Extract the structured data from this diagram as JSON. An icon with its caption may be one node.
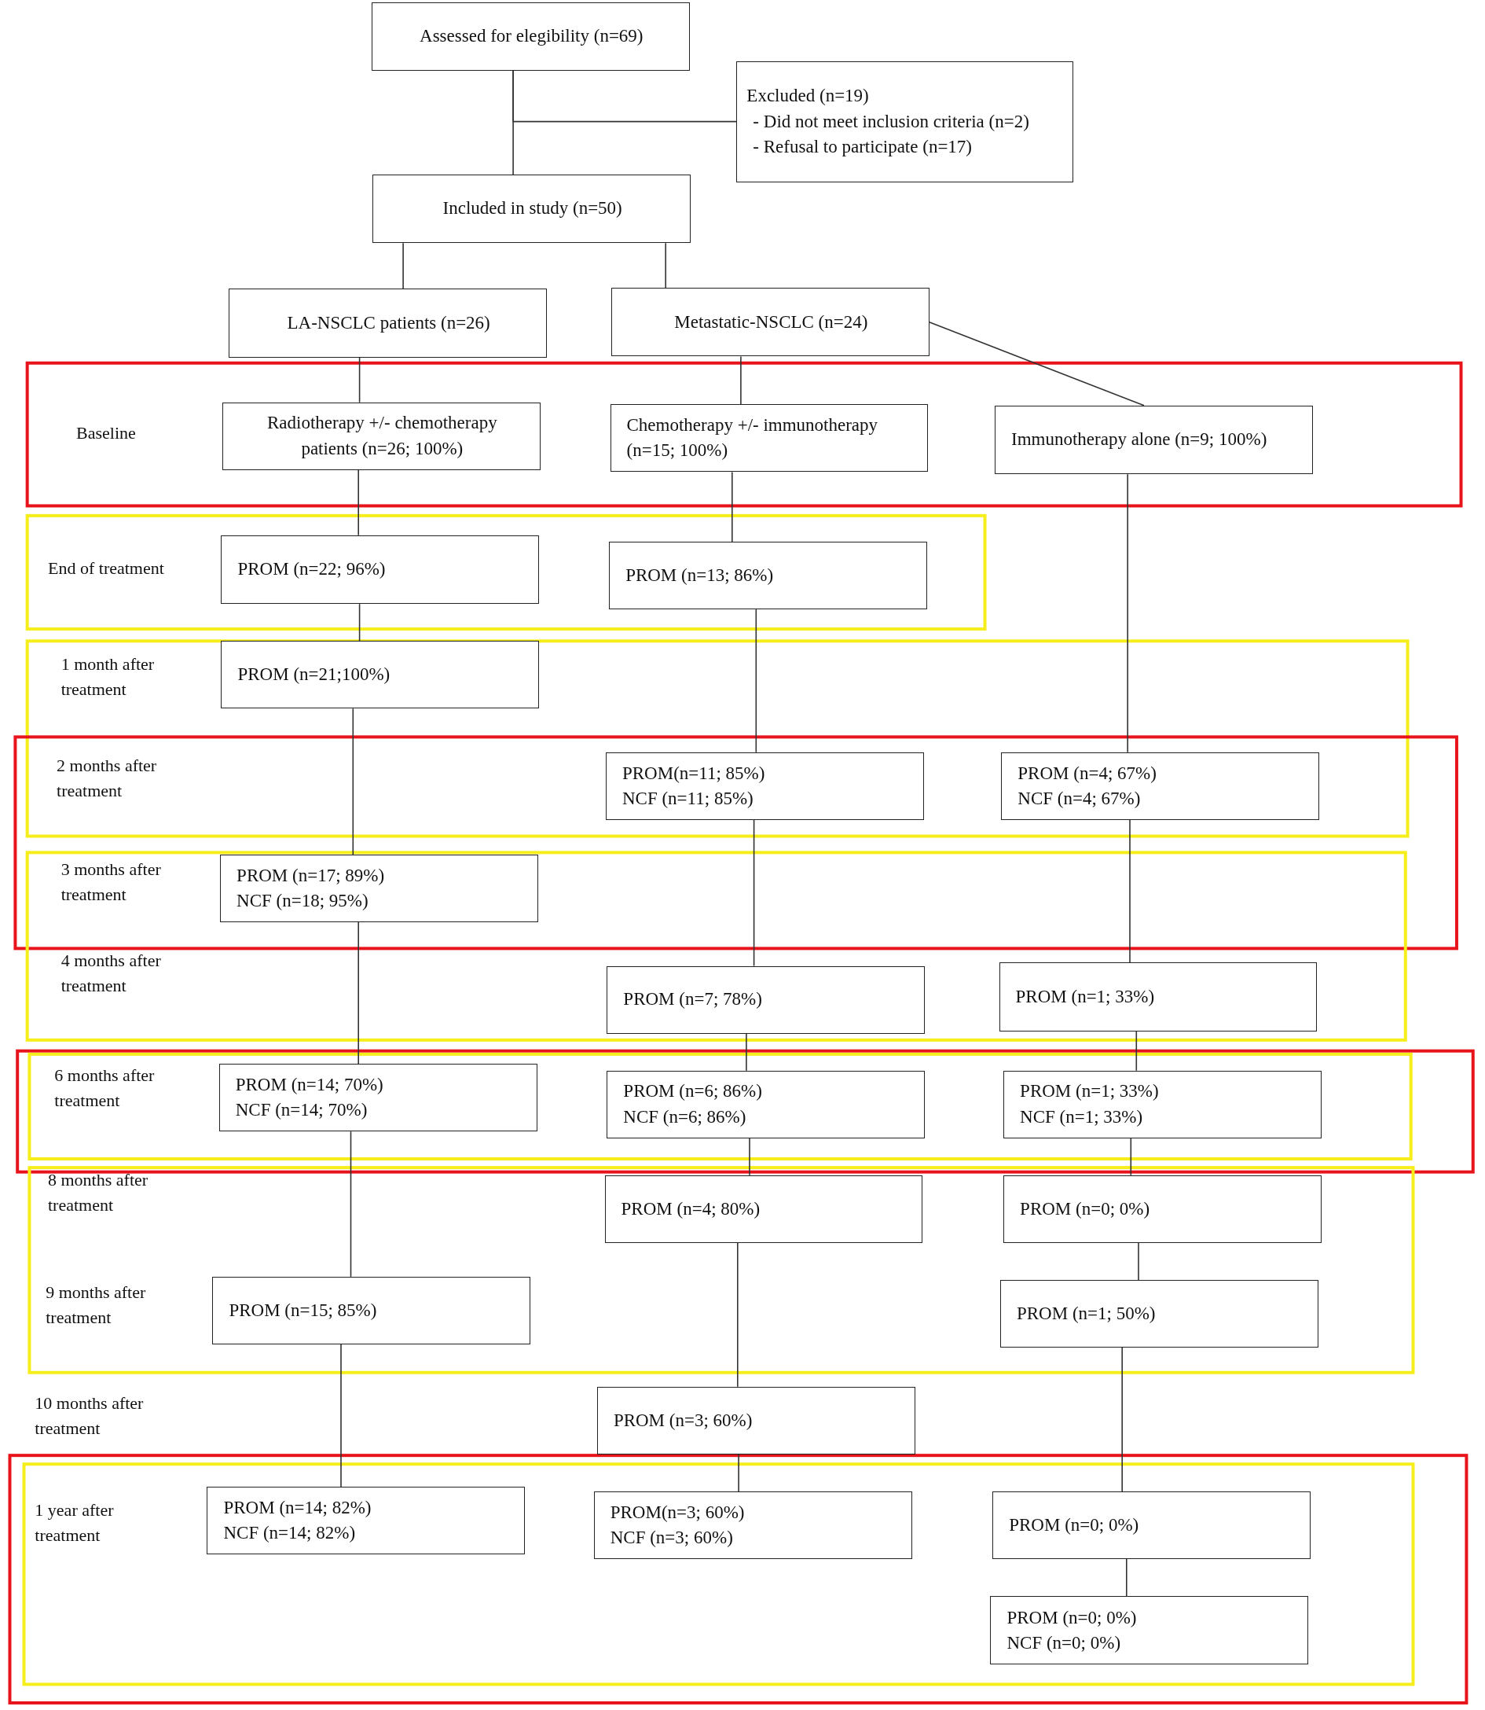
{
  "diagram": {
    "nodes": [
      {
        "text": [
          "Assessed for elegibility (n=69)"
        ]
      },
      {
        "text": [
          "Excluded (n=19)",
          "- Did not meet inclusion criteria (n=2)",
          "- Refusal to participate (n=17)"
        ]
      },
      {
        "text": [
          "Included in study (n=50)"
        ]
      },
      {
        "text": [
          "LA-NSCLC patients (n=26)"
        ]
      },
      {
        "text": [
          "Metastatic-NSCLC (n=24)"
        ]
      },
      {
        "text": [
          "Radiotherapy +/- chemotherapy patients (n=26; 100%)"
        ]
      },
      {
        "text": [
          "Chemotherapy +/- immunotherapy (n=15; 100%)"
        ]
      },
      {
        "text": [
          "Immunotherapy alone (n=9; 100%)"
        ]
      },
      {
        "text": [
          "PROM (n=22; 96%)"
        ]
      },
      {
        "text": [
          "PROM (n=13; 86%)"
        ]
      },
      {
        "text": [
          "PROM (n=21;100%)"
        ]
      },
      {
        "text": [
          "PROM(n=11; 85%)",
          "NCF (n=11; 85%)"
        ]
      },
      {
        "text": [
          "PROM (n=4; 67%)",
          "NCF (n=4; 67%)"
        ]
      },
      {
        "text": [
          "PROM (n=17; 89%)",
          "NCF (n=18; 95%)"
        ]
      },
      {
        "text": [
          "PROM (n=7; 78%)"
        ]
      },
      {
        "text": [
          "PROM (n=1; 33%)"
        ]
      },
      {
        "text": [
          "PROM (n=14; 70%)",
          "NCF (n=14; 70%)"
        ]
      },
      {
        "text": [
          "PROM (n=6; 86%)",
          "NCF (n=6; 86%)"
        ]
      },
      {
        "text": [
          "PROM (n=1; 33%)",
          "NCF (n=1; 33%)"
        ]
      },
      {
        "text": [
          "PROM (n=4; 80%)"
        ]
      },
      {
        "text": [
          "PROM (n=0; 0%)"
        ]
      },
      {
        "text": [
          "PROM (n=15; 85%)"
        ]
      },
      {
        "text": [
          "PROM (n=1; 50%)"
        ]
      },
      {
        "text": [
          "PROM (n=3; 60%)"
        ]
      },
      {
        "text": [
          "PROM (n=14; 82%)",
          "NCF (n=14; 82%)"
        ]
      },
      {
        "text": [
          "PROM(n=3; 60%)",
          "NCF (n=3; 60%)"
        ]
      },
      {
        "text": [
          "PROM (n=0; 0%)"
        ]
      },
      {
        "text": [
          "PROM (n=0; 0%)",
          "NCF (n=0; 0%)"
        ]
      }
    ],
    "edges": [
      {
        "from": 0,
        "to": 1,
        "arrow": "none"
      },
      {
        "from": 0,
        "to": 2,
        "arrow": "none"
      },
      {
        "from": 2,
        "to": 3,
        "arrow": "none"
      },
      {
        "from": 2,
        "to": 4,
        "arrow": "none"
      },
      {
        "from": 3,
        "to": 5,
        "arrow": "none"
      },
      {
        "from": 4,
        "to": 6,
        "arrow": "none"
      },
      {
        "from": 4,
        "to": 7,
        "arrow": "none"
      },
      {
        "from": 5,
        "to": 8,
        "arrow": "none"
      },
      {
        "from": 6,
        "to": 9,
        "arrow": "none"
      },
      {
        "from": 7,
        "to": 12,
        "arrow": "none"
      },
      {
        "from": 8,
        "to": 10,
        "arrow": "none"
      },
      {
        "from": 9,
        "to": 11,
        "arrow": "none"
      },
      {
        "from": 10,
        "to": 13,
        "arrow": "none"
      },
      {
        "from": 11,
        "to": 14,
        "arrow": "none"
      },
      {
        "from": 12,
        "to": 15,
        "arrow": "none"
      },
      {
        "from": 13,
        "to": 16,
        "arrow": "none"
      },
      {
        "from": 14,
        "to": 17,
        "arrow": "none"
      },
      {
        "from": 15,
        "to": 18,
        "arrow": "none"
      },
      {
        "from": 16,
        "to": 21,
        "arrow": "none"
      },
      {
        "from": 17,
        "to": 19,
        "arrow": "none"
      },
      {
        "from": 18,
        "to": 20,
        "arrow": "none"
      },
      {
        "from": 19,
        "to": 23,
        "arrow": "none"
      },
      {
        "from": 20,
        "to": 22,
        "arrow": "none"
      },
      {
        "from": 21,
        "to": 24,
        "arrow": "none"
      },
      {
        "from": 22,
        "to": 26,
        "arrow": "none"
      },
      {
        "from": 23,
        "to": 25,
        "arrow": "none"
      },
      {
        "from": 26,
        "to": 27,
        "arrow": "none"
      }
    ],
    "labels": [
      "Baseline",
      "End of treatment",
      "1 month after treatment",
      "2 months after treatment",
      "3 months after treatment",
      "4 months after treatment",
      "6 months after treatment",
      "8 months after treatment",
      "9 months after treatment",
      "10 months after treatment",
      "1 year after treatment"
    ]
  }
}
